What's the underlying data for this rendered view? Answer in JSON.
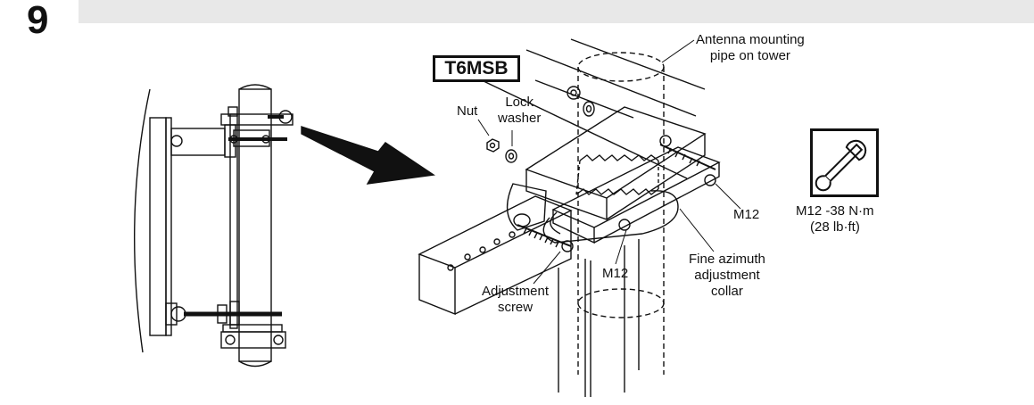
{
  "step": {
    "number": "9"
  },
  "model": {
    "code": "T6MSB"
  },
  "labels": {
    "antenna_pipe": "Antenna mounting\npipe on tower",
    "nut": "Nut",
    "lock_washer": "Lock\nwasher",
    "m12_right": "M12",
    "m12_center": "M12",
    "fine_azimuth": "Fine azimuth\nadjustment\ncollar",
    "adjustment_screw": "Adjustment\nscrew"
  },
  "torque": {
    "icon": "wrench-icon",
    "spec": "M12 -38 N·m",
    "imperial": "(28 lb·ft)"
  }
}
